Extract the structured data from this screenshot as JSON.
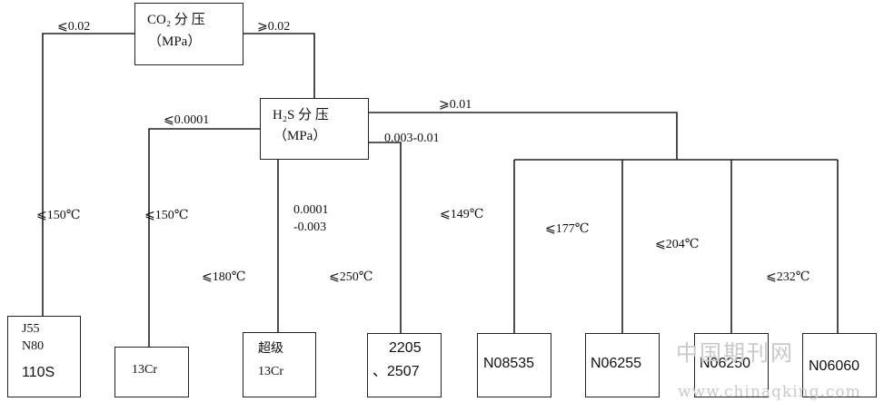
{
  "nodes": {
    "co2": {
      "line1": "CO₂  分 压",
      "line2": "（MPa）"
    },
    "h2s": {
      "line1": "H₂S  分 压",
      "line2": "（MPa）"
    }
  },
  "edges": {
    "co2_low": "⩽0.02",
    "co2_high": "⩾0.02",
    "h2s_low": "⩽0.0001",
    "h2s_mid1": "0.0001",
    "h2s_mid2": "-0.003",
    "h2s_range": "0.003-0.01",
    "h2s_high": "⩾0.01"
  },
  "temps": {
    "j55": "⩽150℃",
    "cr13": "⩽150℃",
    "super13cr": "⩽180℃",
    "duplex": "⩽250℃",
    "n08535_branch": "⩽149℃",
    "n06255": "⩽177℃",
    "n06250": "⩽204℃",
    "n06060": "⩽232℃"
  },
  "materials": {
    "j55": {
      "line1": "J55",
      "line2": "N80",
      "line3": "110S"
    },
    "cr13": "13Cr",
    "super13cr": {
      "line1": "超级",
      "line2": "13Cr"
    },
    "duplex": {
      "line1": "2205",
      "line2": "、2507"
    },
    "n08535": "N08535",
    "n06255": "N06255",
    "n06250": "N06250",
    "n06060": "N06060"
  },
  "watermark": {
    "cn": "中国期刊网",
    "en": "www.chinaqking.com"
  }
}
